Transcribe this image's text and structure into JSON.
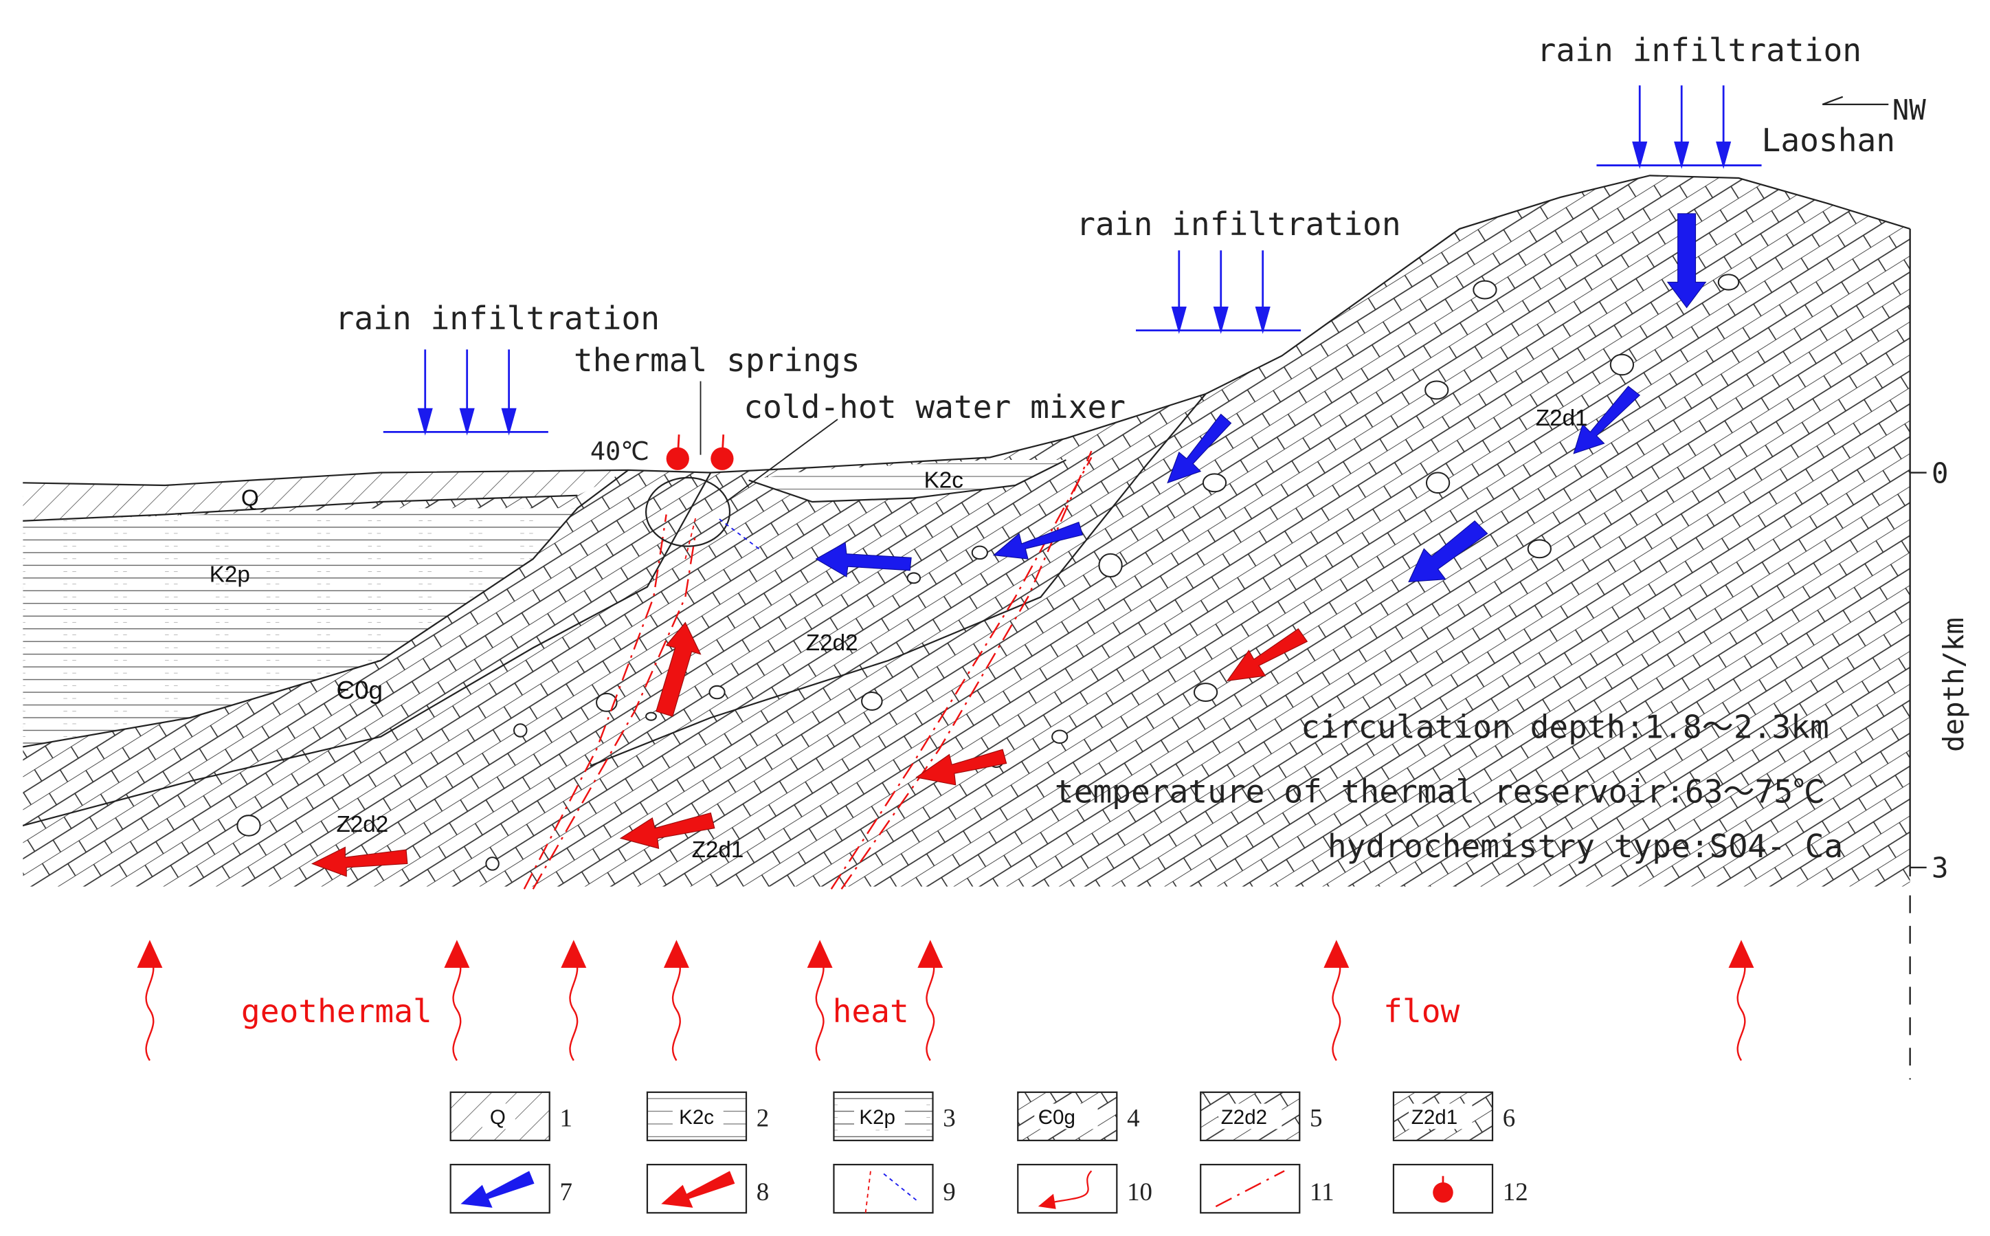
{
  "labels": {
    "rain_1": "rain infiltration",
    "rain_2": "rain infiltration",
    "rain_3": "rain infiltration",
    "thermal_springs": "thermal springs",
    "cold_hot_mixer": "cold-hot water mixer",
    "spring_temp": "40℃",
    "nw": "NW",
    "laoshan": "Laoshan",
    "circulation": "circulation depth:1.8～2.3km",
    "reservoir_temp": "temperature of thermal reservoir:63～75℃",
    "hydrochem": "hydrochemistry type:SO4- Ca",
    "geothermal": "geothermal",
    "heat": "heat",
    "flow": "flow",
    "depth_axis": "depth/km",
    "depth_0": "0",
    "depth_3": "3"
  },
  "strata": {
    "q": "Q",
    "k2c": "K2c",
    "k2p": "K2p",
    "e0g": "Є0g",
    "z2d2": "Z2d2",
    "z2d1": "Z2d1"
  },
  "legend": [
    {
      "num": "1",
      "sym": "Q"
    },
    {
      "num": "2",
      "sym": "K2c"
    },
    {
      "num": "3",
      "sym": "K2p"
    },
    {
      "num": "4",
      "sym": "Є0g"
    },
    {
      "num": "5",
      "sym": "Z2d2"
    },
    {
      "num": "6",
      "sym": "Z2d1"
    },
    {
      "num": "7",
      "sym": ""
    },
    {
      "num": "8",
      "sym": ""
    },
    {
      "num": "9",
      "sym": ""
    },
    {
      "num": "10",
      "sym": ""
    },
    {
      "num": "11",
      "sym": ""
    },
    {
      "num": "12",
      "sym": ""
    }
  ],
  "colors": {
    "cold_flow": "#1a1aee",
    "hot_flow": "#ee1111",
    "line": "#222222"
  }
}
